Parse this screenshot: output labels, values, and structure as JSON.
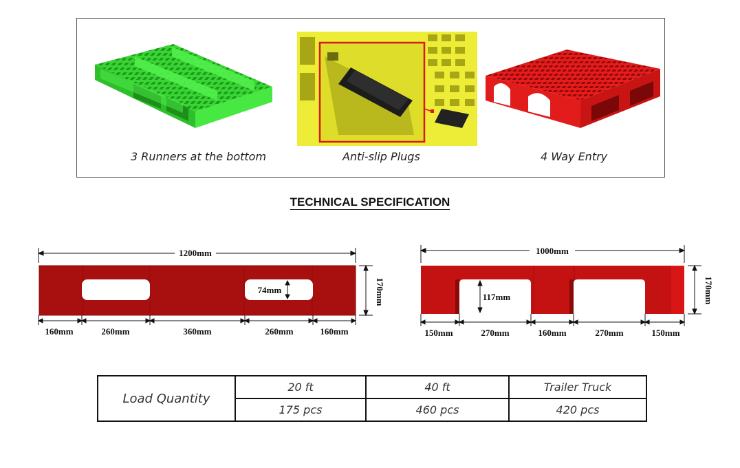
{
  "features": [
    {
      "caption": "3 Runners at the bottom",
      "color": "#3fe33a"
    },
    {
      "caption": "Anti-slip Plugs",
      "color": "#e8e82a"
    },
    {
      "caption": "4 Way Entry",
      "color": "#e01a1a"
    }
  ],
  "spec_title": "TECHNICAL SPECIFICATION",
  "drawing_long": {
    "overall_width": "1200mm",
    "height": "170mm",
    "opening_height": "74mm",
    "segments": [
      "160mm",
      "260mm",
      "360mm",
      "260mm",
      "160mm"
    ]
  },
  "drawing_short": {
    "overall_width": "1000mm",
    "height": "170mm",
    "opening_height": "117mm",
    "segments": [
      "150mm",
      "270mm",
      "160mm",
      "270mm",
      "150mm"
    ]
  },
  "load_table": {
    "label": "Load Quantity",
    "headers": [
      "20 ft",
      "40 ft",
      "Trailer Truck"
    ],
    "values": [
      "175 pcs",
      "460 pcs",
      "420 pcs"
    ]
  },
  "colors": {
    "pallet_red": "#b01010",
    "dark_red": "#8a0a0a"
  }
}
